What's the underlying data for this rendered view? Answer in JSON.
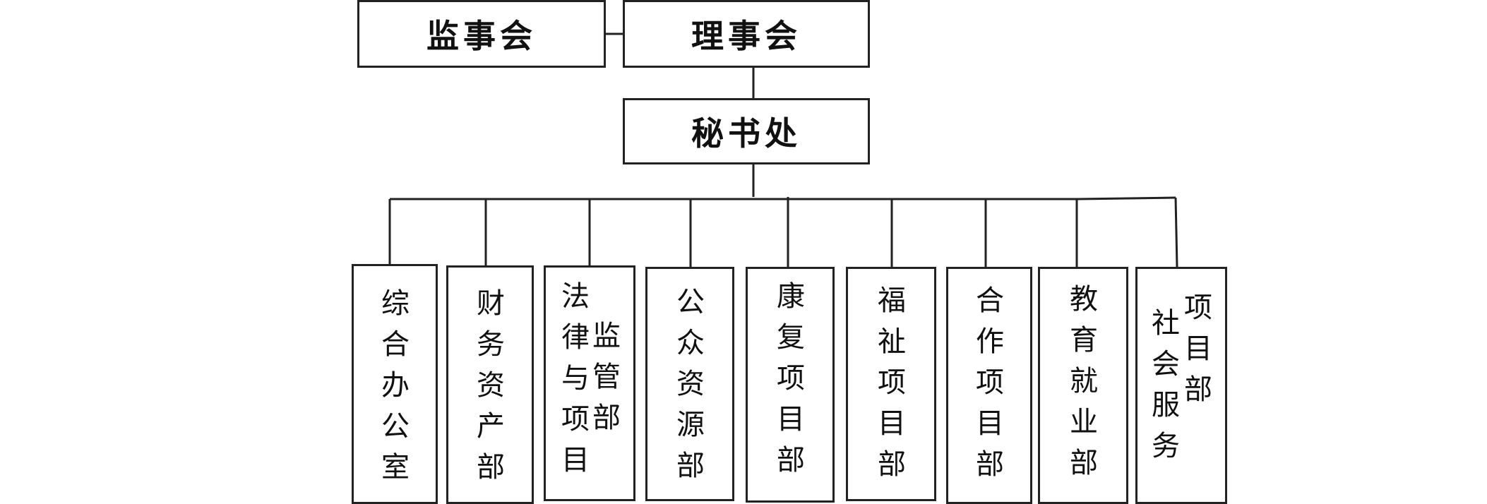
{
  "top": {
    "supervisory_board": "监事会",
    "council": "理事会",
    "secretariat": "秘书处"
  },
  "departments": [
    {
      "id": "general-office",
      "lines": [
        "综合办公室"
      ]
    },
    {
      "id": "finance-assets",
      "lines": [
        "财务资产部"
      ]
    },
    {
      "id": "legal-supervision",
      "lines": [
        "法律与项目",
        "监管部"
      ]
    },
    {
      "id": "public-resources",
      "lines": [
        "公众资源部"
      ]
    },
    {
      "id": "rehabilitation",
      "lines": [
        "康复项目部"
      ]
    },
    {
      "id": "welfare",
      "lines": [
        "福祉项目部"
      ]
    },
    {
      "id": "cooperation",
      "lines": [
        "合作项目部"
      ]
    },
    {
      "id": "education-employment",
      "lines": [
        "教育就业部"
      ]
    },
    {
      "id": "social-service",
      "lines": [
        "社会服务",
        "项目部"
      ]
    }
  ]
}
